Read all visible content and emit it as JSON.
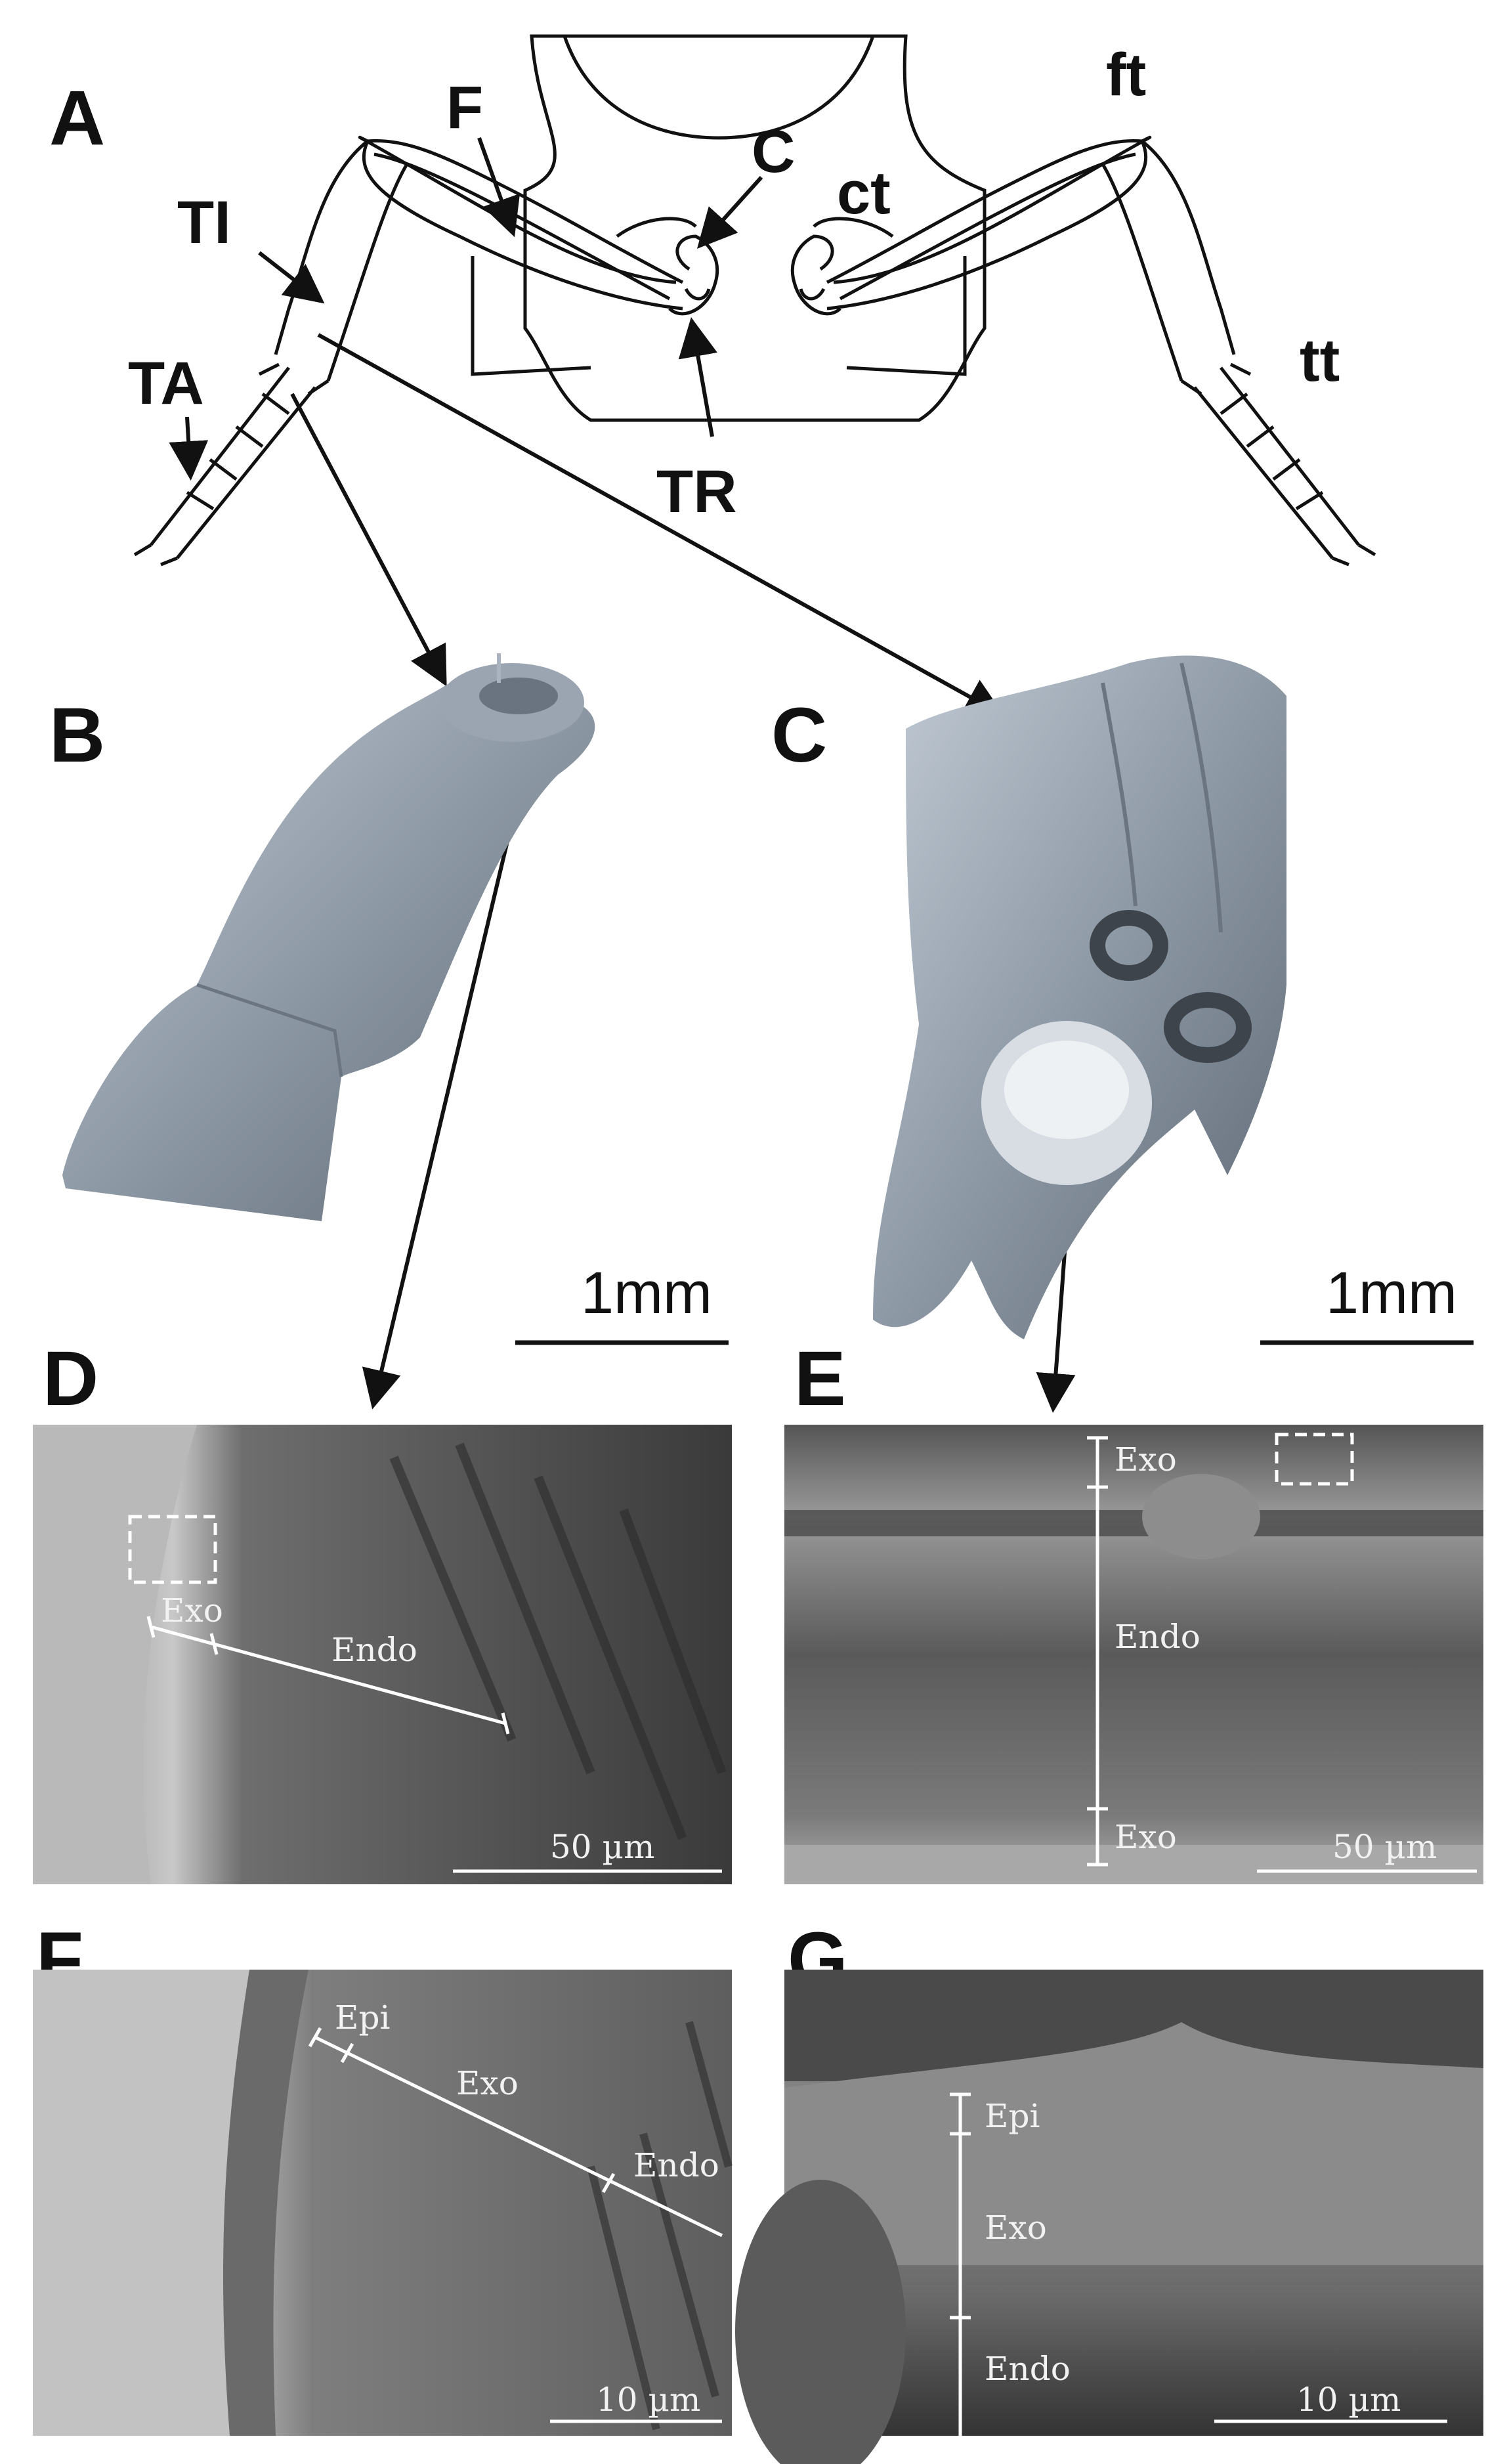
{
  "panels": {
    "a": "A",
    "b": "B",
    "c": "C",
    "d": "D",
    "e": "E",
    "f": "F",
    "g": "G"
  },
  "anatomy": {
    "ti": "TI",
    "ta": "TA",
    "f": "F",
    "c": "C",
    "ct": "ct",
    "tr": "TR",
    "ft": "ft",
    "tt": "tt"
  },
  "scalebars": {
    "b": "1mm",
    "c": "1mm",
    "d": "50 µm",
    "e": "50 µm",
    "f": "10 µm",
    "g": "10 µm"
  },
  "layers": {
    "d_exo": "Exo",
    "d_endo": "Endo",
    "e_exo_top": "Exo",
    "e_endo": "Endo",
    "e_exo_bottom": "Exo",
    "f_epi": "Epi",
    "f_exo": "Exo",
    "f_endo": "Endo",
    "g_epi": "Epi",
    "g_exo": "Exo",
    "g_endo": "Endo"
  }
}
